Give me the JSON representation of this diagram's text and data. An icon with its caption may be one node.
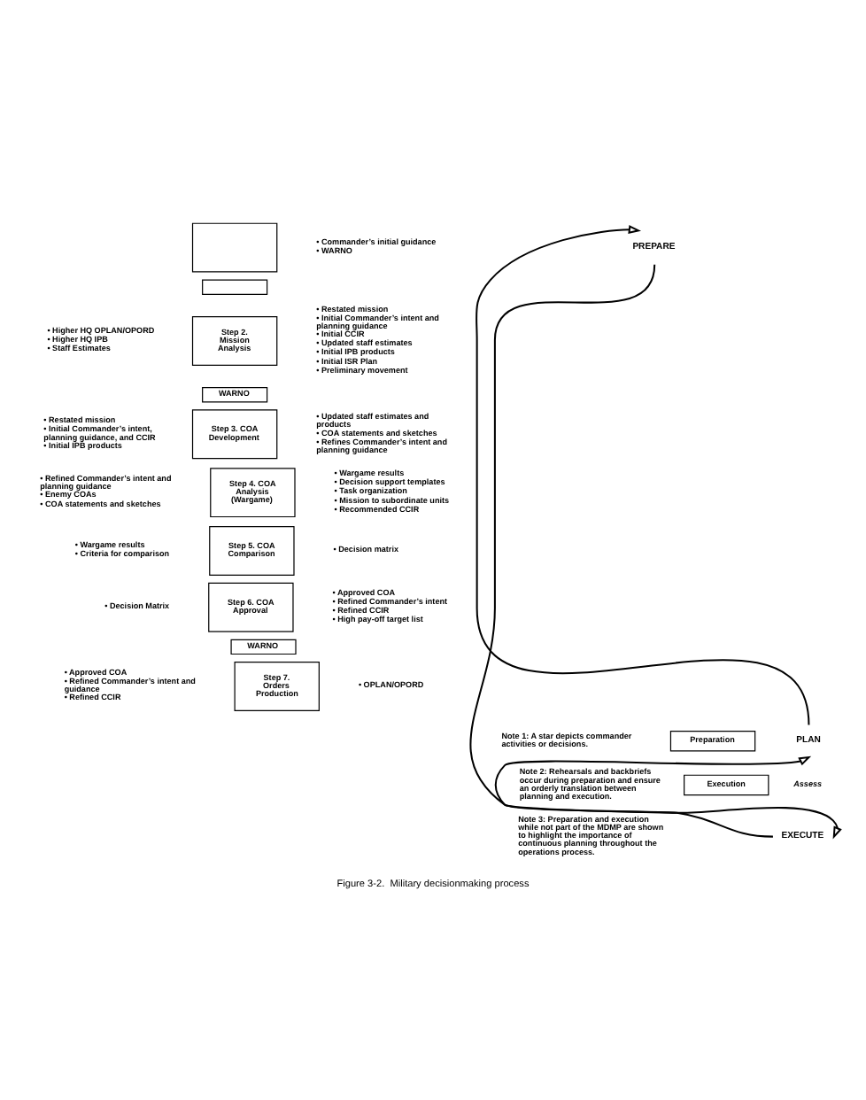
{
  "diagram": {
    "caption": "Figure 3-2.  Military decisionmaking process",
    "nodes": [
      {
        "text": [],
        "shape": "box"
      },
      {
        "text": [],
        "shape": "box"
      },
      {
        "text": [
          "Step 2. Mission Analysis"
        ]
      },
      {
        "text": [
          "WARNO"
        ]
      },
      {
        "text": [
          "Step 3. COA Development"
        ]
      },
      {
        "text": [
          "Step 4. COA Analysis (Wargame)"
        ]
      },
      {
        "text": [
          "Step 5. COA Comparison"
        ]
      },
      {
        "text": [
          "Step 6. COA Approval"
        ]
      },
      {
        "text": [
          "WARNO"
        ]
      },
      {
        "text": [
          "Step 7. Orders Production"
        ]
      },
      {
        "text": [
          "Preparation"
        ]
      },
      {
        "text": [
          "Execution"
        ]
      },
      {
        "text": [
          "PLAN"
        ]
      },
      {
        "text": [
          "PREPARE"
        ]
      },
      {
        "text": [
          "EXECUTE"
        ]
      }
    ],
    "edges": [
      {
        "from": 12,
        "to": 13,
        "arrow": "to"
      },
      {
        "from": 13,
        "to": 14,
        "arrow": "to"
      },
      {
        "from": 14,
        "to": 12,
        "arrow": "to"
      }
    ],
    "labels": [
      "• Commander’s initial guidance",
      "• WARNO",
      "• Higher HQ OPLAN/OPORD",
      "• Higher HQ IPB",
      "• Staff Estimates",
      "• Restated mission",
      "• Initial Commander’s intent and planning guidance",
      "• Initial CCIR",
      "• Updated staff estimates",
      "• Initial IPB products",
      "• Initial ISR Plan",
      "• Preliminary movement",
      "• Restated mission",
      "• Initial Commander’s intent, planning guidance, and CCIR",
      "• Initial IPB products",
      "• Updated staff estimates and products",
      "• COA statements and sketches",
      "• Refines Commander’s intent and planning guidance",
      "• Refined Commander’s intent and planning guidance",
      "• Enemy COAs",
      "• COA statements and sketches",
      "• Wargame results",
      "• Decision support templates",
      "• Task organization",
      "• Mission to subordinate units",
      "• Recommended CCIR",
      "• Wargame results",
      "• Criteria for comparison",
      "• Decision matrix",
      "• Decision Matrix",
      "• Approved COA",
      "• Refined Commander’s intent",
      "• Refined CCIR",
      "• High pay-off target list",
      "• Approved COA",
      "• Refined Commander’s intent and guidance",
      "• Refined CCIR",
      "• OPLAN/OPORD",
      "Note 1: A star depicts commander activities or decisions.",
      "Note 2: Rehearsals and backbriefs occur during preparation and ensure an orderly translation between planning and execution.",
      "Note 3: Preparation and execution while not part of the MDMP are shown to highlight the importance of continuous planning throughout the operations process.",
      "Assess"
    ]
  }
}
